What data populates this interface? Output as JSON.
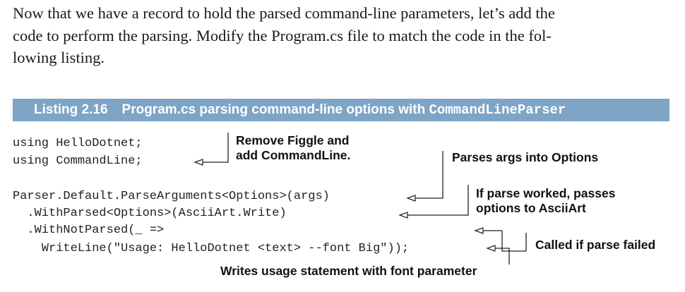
{
  "paragraph": {
    "lines": [
      "Now that we have a record to hold the parsed command-line parameters, let’s add the",
      "code to perform the parsing. Modify the Program.cs file to match the code in the fol-",
      "lowing listing."
    ]
  },
  "listing": {
    "number": "Listing 2.16",
    "caption": "Program.cs parsing command-line options with",
    "caption_code": "CommandLineParser",
    "banner_color": "#7ea4c6"
  },
  "code_lines": [
    "using HelloDotnet;",
    "using CommandLine;",
    "Parser.Default.ParseArguments<Options>(args)",
    "  .WithParsed<Options>(AsciiArt.Write)",
    "  .WithNotParsed(_ =>",
    "    WriteLine(\"Usage: HelloDotnet <text> --font Big\"));"
  ],
  "annotations": {
    "remove_figgle": [
      "Remove Figgle and",
      "add CommandLine."
    ],
    "parses_args": "Parses args into Options",
    "parse_worked": [
      "If parse worked, passes",
      "options to AsciiArt"
    ],
    "parse_failed": "Called if parse failed",
    "usage": "Writes usage statement with font parameter"
  }
}
